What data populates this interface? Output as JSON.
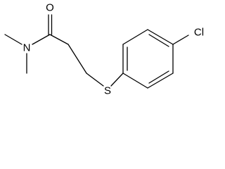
{
  "molecule": {
    "atoms": {
      "oxygen": "O",
      "nitrogen": "N",
      "sulfur": "S",
      "chlorine": "Cl"
    }
  },
  "colors": {
    "bond": "#000000",
    "label": "#000000",
    "background": "#ffffff"
  }
}
